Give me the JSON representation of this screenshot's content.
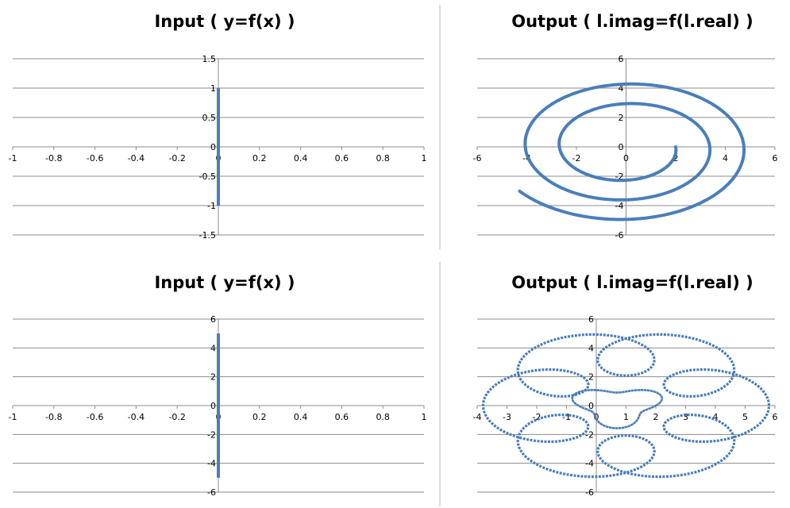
{
  "colors": {
    "series": "#4a7ebb",
    "grid": "#8c8c8c"
  },
  "chart_data": [
    {
      "id": "input-top",
      "type": "line",
      "title": "Input ( y=f(x) )",
      "xlim": [
        -1,
        1
      ],
      "ylim": [
        -1.5,
        1.5
      ],
      "x_ticks": [
        -1,
        -0.8,
        -0.6,
        -0.4,
        -0.2,
        0,
        0.2,
        0.4,
        0.6,
        0.8,
        1
      ],
      "y_ticks": [
        -1.5,
        -1,
        -0.5,
        0,
        0.5,
        1,
        1.5
      ],
      "series": [
        {
          "x": [
            0,
            0
          ],
          "y": [
            -1,
            1
          ]
        }
      ]
    },
    {
      "id": "output-top",
      "type": "line",
      "title": "Output ( l.imag=f(l.real) )",
      "xlim": [
        -6,
        6
      ],
      "ylim": [
        -6,
        6
      ],
      "x_ticks": [
        -6,
        -4,
        -2,
        0,
        2,
        4,
        6
      ],
      "y_ticks": [
        -6,
        -4,
        -2,
        0,
        2,
        4,
        6
      ],
      "series": [
        {
          "kind": "outward spiral",
          "center": [
            0,
            0
          ],
          "r_start": 2.0,
          "r_end": 5.3,
          "turns": 2.4
        }
      ]
    },
    {
      "id": "input-bottom",
      "type": "line",
      "title": "Input ( y=f(x) )",
      "xlim": [
        -1,
        1
      ],
      "ylim": [
        -6,
        6
      ],
      "x_ticks": [
        -1,
        -0.8,
        -0.6,
        -0.4,
        -0.2,
        0,
        0.2,
        0.4,
        0.6,
        0.8,
        1
      ],
      "y_ticks": [
        -6,
        -4,
        -2,
        0,
        2,
        4,
        6
      ],
      "series": [
        {
          "x": [
            0,
            0
          ],
          "y": [
            -5,
            5
          ]
        }
      ]
    },
    {
      "id": "output-bottom",
      "type": "scatter",
      "title": "Output ( l.imag=f(l.real) )",
      "xlim": [
        -4,
        6
      ],
      "ylim": [
        -6,
        6
      ],
      "x_ticks": [
        -4,
        -3,
        -2,
        -1,
        0,
        1,
        2,
        3,
        4,
        5,
        6
      ],
      "y_ticks": [
        -6,
        -4,
        -2,
        0,
        2,
        4,
        6
      ],
      "series": [
        {
          "kind": "epicycloid-like loops",
          "center": [
            1,
            0
          ],
          "big_radius": 3.2,
          "small_radius": 1.6,
          "loops": 7
        }
      ]
    }
  ]
}
